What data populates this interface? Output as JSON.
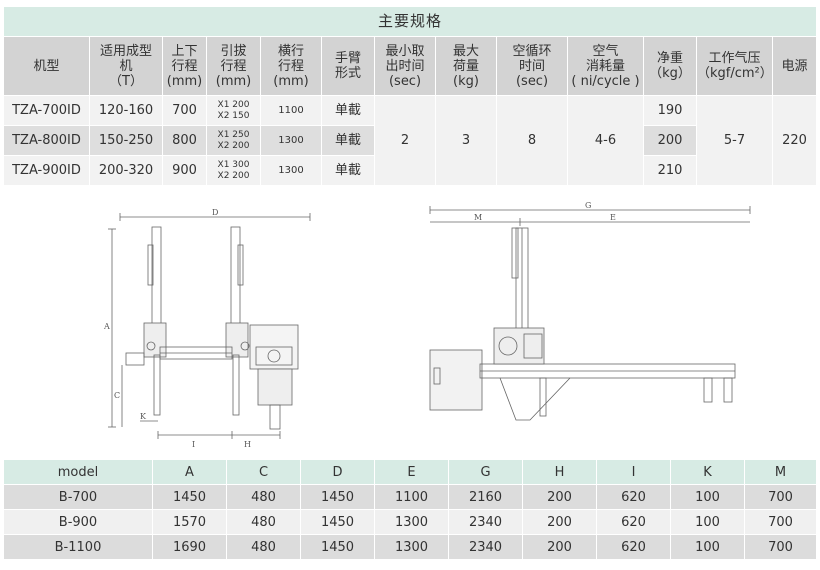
{
  "spec_table": {
    "title": "主要规格",
    "headers": [
      [
        "机型"
      ],
      [
        "适用成型",
        "机",
        "（T）"
      ],
      [
        "上下",
        "行程",
        "(mm)"
      ],
      [
        "引拔",
        "行程",
        "(mm)"
      ],
      [
        "横行",
        "行程",
        "(mm)"
      ],
      [
        "手臂",
        "形式"
      ],
      [
        "最小取",
        "出时间",
        "(sec)"
      ],
      [
        "最大",
        "荷量",
        "(kg)"
      ],
      [
        "空循环",
        "时间",
        "(sec)"
      ],
      [
        "空气",
        "消耗量",
        "( ni/cycle )"
      ],
      [
        "净重",
        "（kg）"
      ],
      [
        "工作气压",
        "（kgf/cm²）"
      ],
      [
        "电源"
      ]
    ],
    "rows": [
      {
        "model": "TZA-700ID",
        "tonnage": "120-160",
        "vertical": "700",
        "draw": [
          "X1 200",
          "X2 150"
        ],
        "traverse": "1100",
        "arm": "单截",
        "weight": "190"
      },
      {
        "model": "TZA-800ID",
        "tonnage": "150-250",
        "vertical": "800",
        "draw": [
          "X1 250",
          "X2 200"
        ],
        "traverse": "1300",
        "arm": "单截",
        "weight": "200"
      },
      {
        "model": "TZA-900ID",
        "tonnage": "200-320",
        "vertical": "900",
        "draw": [
          "X1 300",
          "X2 200"
        ],
        "traverse": "1300",
        "arm": "单截",
        "weight": "210"
      }
    ],
    "shared": {
      "min_takeout": "2",
      "max_load": "3",
      "dry_cycle": "8",
      "air": "4-6",
      "pressure": "5-7",
      "power": "220"
    }
  },
  "drawing_labels": {
    "front": {
      "D": "D",
      "A": "A",
      "C": "C",
      "K": "K",
      "I": "I",
      "H": "H"
    },
    "side": {
      "G": "G",
      "M": "M",
      "E": "E"
    }
  },
  "dims_table": {
    "headers": [
      "model",
      "A",
      "C",
      "D",
      "E",
      "G",
      "H",
      "I",
      "K",
      "M"
    ],
    "rows": [
      [
        "B-700",
        "1450",
        "480",
        "1450",
        "1100",
        "2160",
        "200",
        "620",
        "100",
        "700"
      ],
      [
        "B-900",
        "1570",
        "480",
        "1450",
        "1300",
        "2340",
        "200",
        "620",
        "100",
        "700"
      ],
      [
        "B-1100",
        "1690",
        "480",
        "1450",
        "1300",
        "2340",
        "200",
        "620",
        "100",
        "700"
      ]
    ]
  }
}
